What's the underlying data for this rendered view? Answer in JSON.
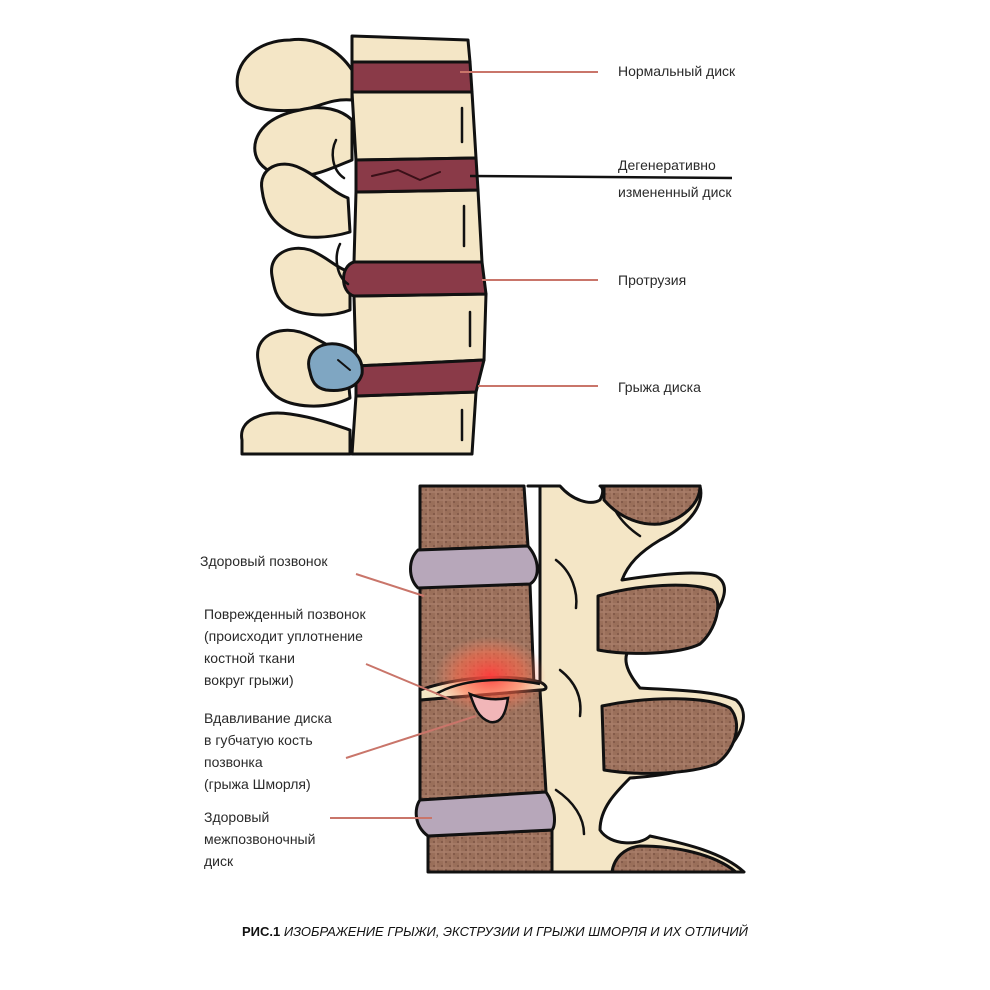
{
  "top_diagram": {
    "labels": {
      "normal_disc": "Нормальный диск",
      "degenerative_line1": "Дегенеративно",
      "degenerative_line2": "измененный диск",
      "protrusion": "Протрузия",
      "herniation": "Грыжа диска"
    }
  },
  "bottom_diagram": {
    "labels": {
      "healthy_vertebra": "Здоровый позвонок",
      "damaged_vertebra": [
        "Поврежденный позвонок",
        "(происходит уплотнение",
        "костной ткани",
        "вокруг грыжи)"
      ],
      "disc_pressing": [
        "Вдавливание диска",
        "в губчатую кость",
        "позвонка",
        "(грыжа Шморля)"
      ],
      "healthy_disc": [
        "Здоровый",
        "межпозвоночный",
        "диск"
      ]
    }
  },
  "caption": {
    "prefix": "РИС.1",
    "text": "ИЗОБРАЖЕНИЕ ГРЫЖИ, ЭКСТРУЗИИ И ГРЫЖИ ШМОРЛЯ И ИХ ОТЛИЧИЙ"
  },
  "colors": {
    "bone": "#f4e6c6",
    "disc_red": "#8a3a48",
    "spongy_bone": "#9a6f5a",
    "healthy_disc_purple": "#b7a7ba",
    "hernia_blue": "#7fa6c2",
    "pointer_line": "#c9756a",
    "outline": "#111111"
  }
}
